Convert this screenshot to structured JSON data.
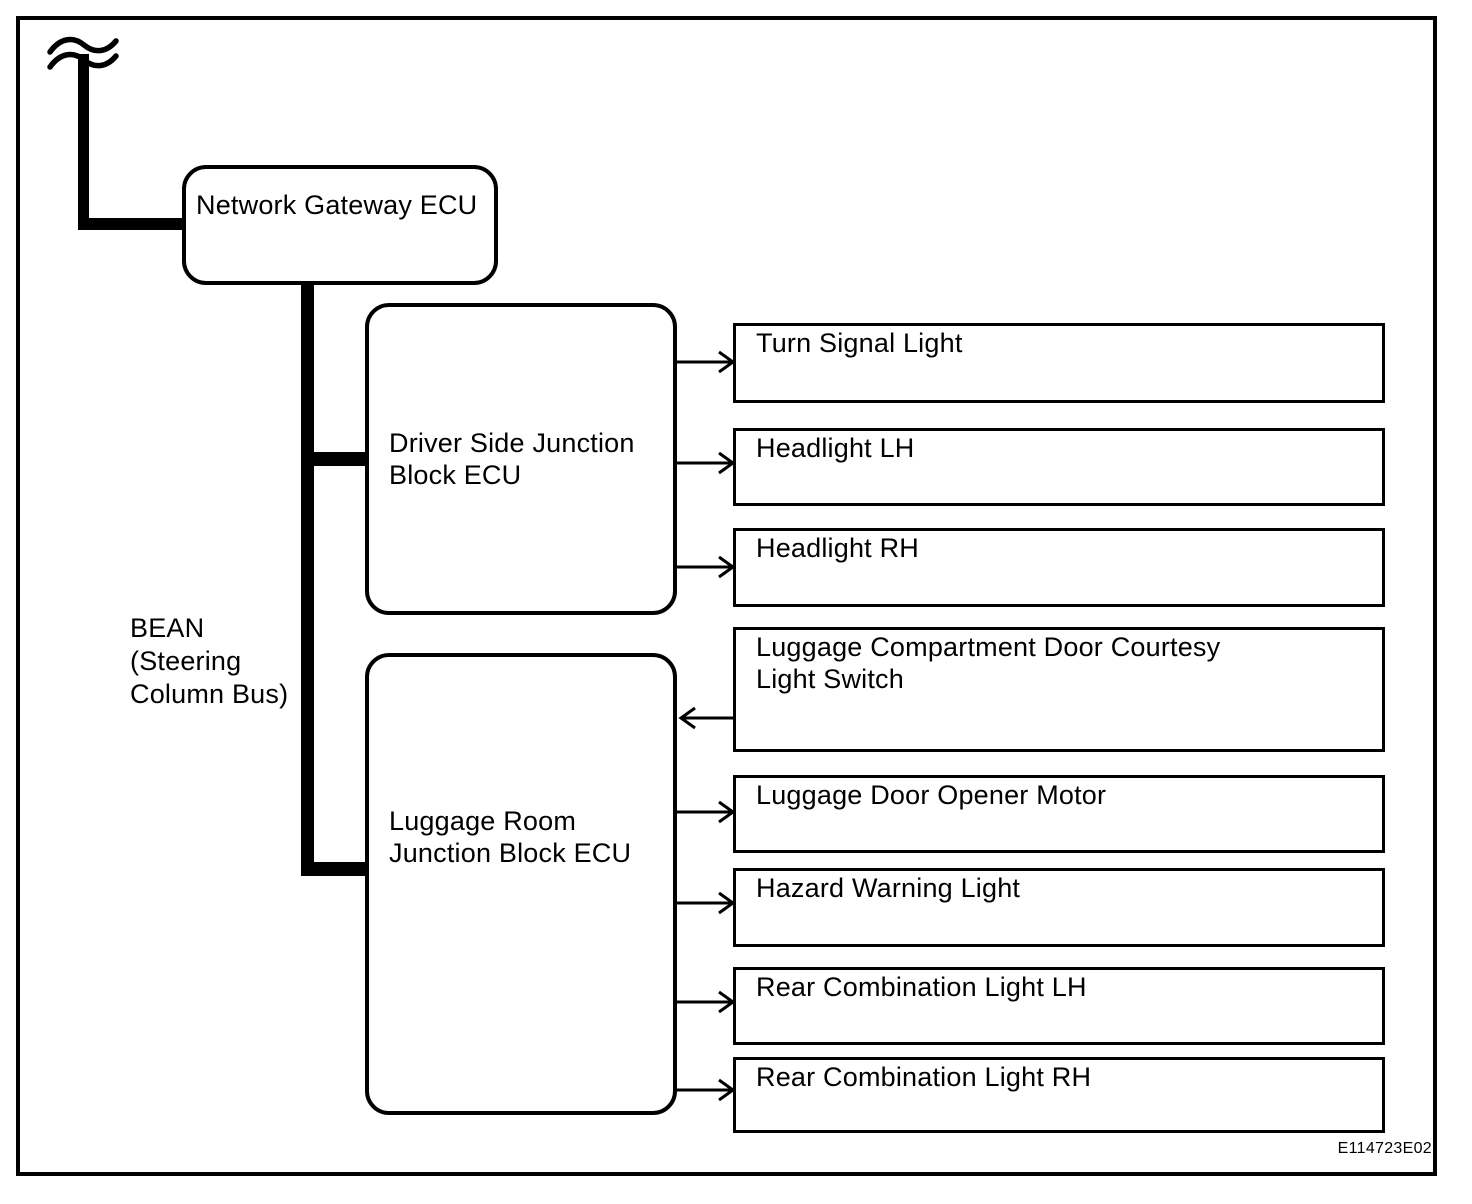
{
  "colors": {
    "ink": "#000000",
    "paper": "#ffffff"
  },
  "bus": {
    "label_lines": [
      "BEAN",
      "(Steering",
      "Column Bus)"
    ]
  },
  "figure_code": "E114723E02",
  "ecus": {
    "gateway": {
      "label": "Network Gateway ECU"
    },
    "driver_junction": {
      "lines": [
        "Driver Side Junction",
        "Block ECU"
      ]
    },
    "luggage_junction": {
      "lines": [
        "Luggage Room",
        "Junction Block ECU"
      ]
    }
  },
  "driver_devices": [
    {
      "lines": [
        "Turn Signal Light"
      ],
      "arrow_direction": "to-device"
    },
    {
      "lines": [
        "Headlight LH"
      ],
      "arrow_direction": "to-device"
    },
    {
      "lines": [
        "Headlight RH"
      ],
      "arrow_direction": "to-device"
    }
  ],
  "luggage_devices": [
    {
      "lines": [
        "Luggage Compartment Door Courtesy",
        "Light Switch"
      ],
      "arrow_direction": "to-ecu"
    },
    {
      "lines": [
        "Luggage Door Opener Motor"
      ],
      "arrow_direction": "to-device"
    },
    {
      "lines": [
        "Hazard Warning Light"
      ],
      "arrow_direction": "to-device"
    },
    {
      "lines": [
        "Rear Combination Light LH"
      ],
      "arrow_direction": "to-device"
    },
    {
      "lines": [
        "Rear Combination Light RH"
      ],
      "arrow_direction": "to-device"
    }
  ]
}
